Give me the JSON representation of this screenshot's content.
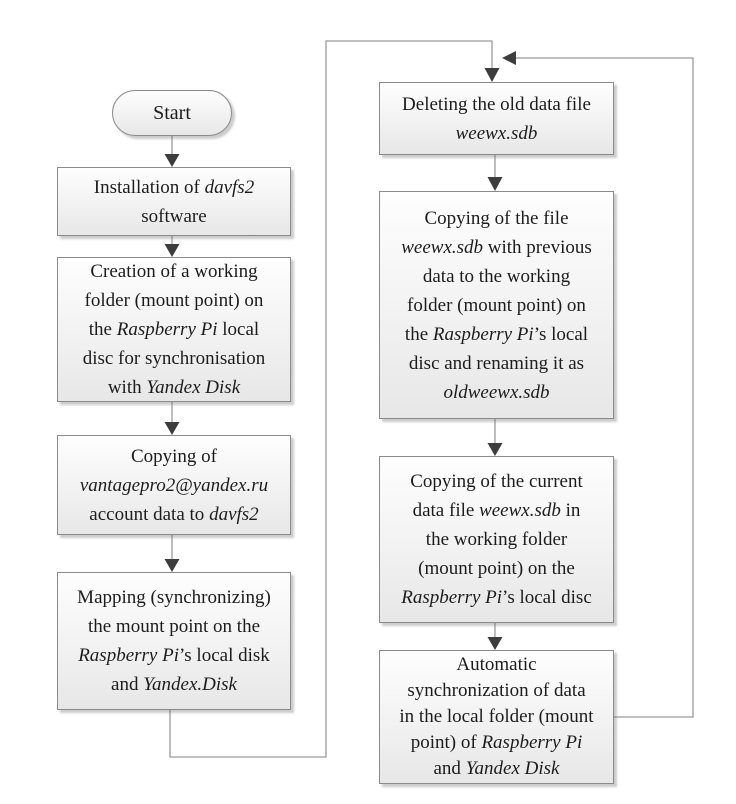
{
  "colors": {
    "box_border": "#8a8a8a",
    "box_fill_top": "#fefefe",
    "box_fill_mid": "#f4f4f4",
    "box_fill_bottom": "#e7e7e7",
    "line_color": "#9a9a9a",
    "arrow_color": "#3d3d3d",
    "text_color": "#1c1c1c",
    "bg": "#ffffff"
  },
  "flowchart": {
    "start": {
      "label": "Start"
    },
    "nodes": {
      "install": {
        "segments": [
          {
            "t": "Installation of "
          },
          {
            "t": "davfs2",
            "i": true
          },
          {
            "t": "\nsoftware"
          }
        ]
      },
      "create_folder": {
        "segments": [
          {
            "t": "Creation of a working\nfolder (mount point) on\nthe "
          },
          {
            "t": "Raspberry Pi",
            "i": true
          },
          {
            "t": " local\ndisc for synchronisation\nwith "
          },
          {
            "t": "Yandex Disk",
            "i": true
          }
        ]
      },
      "copy_account": {
        "segments": [
          {
            "t": "Copying of\n"
          },
          {
            "t": "vantagepro2@yandex.ru",
            "i": true
          },
          {
            "t": "\naccount data to "
          },
          {
            "t": "davfs2",
            "i": true
          }
        ]
      },
      "mapping": {
        "segments": [
          {
            "t": "Mapping (synchronizing)\nthe mount point on the\n"
          },
          {
            "t": "Raspberry Pi",
            "i": true
          },
          {
            "t": "’s local disk\nand "
          },
          {
            "t": "Yandex.Disk",
            "i": true
          }
        ]
      },
      "delete_old": {
        "segments": [
          {
            "t": "Deleting the old data file\n"
          },
          {
            "t": "weewx.sdb",
            "i": true
          }
        ]
      },
      "copy_previous": {
        "segments": [
          {
            "t": "Copying of the file\n"
          },
          {
            "t": "weewx.sdb",
            "i": true
          },
          {
            "t": " with previous\ndata to the working\nfolder (mount point) on\nthe "
          },
          {
            "t": "Raspberry Pi",
            "i": true
          },
          {
            "t": "’s local\ndisc and renaming it as\n"
          },
          {
            "t": "oldweewx.sdb",
            "i": true
          }
        ]
      },
      "copy_current": {
        "segments": [
          {
            "t": "Copying of the current\ndata file "
          },
          {
            "t": "weewx.sdb",
            "i": true
          },
          {
            "t": " in\nthe working folder\n(mount point) on the\n"
          },
          {
            "t": "Raspberry Pi",
            "i": true
          },
          {
            "t": "’s local disc"
          }
        ]
      },
      "auto_sync": {
        "segments": [
          {
            "t": "Automatic\nsynchronization of data\nin the local folder (mount\npoint) of "
          },
          {
            "t": "Raspberry Pi",
            "i": true
          },
          {
            "t": "\nand "
          },
          {
            "t": "Yandex Disk",
            "i": true
          }
        ]
      }
    }
  }
}
